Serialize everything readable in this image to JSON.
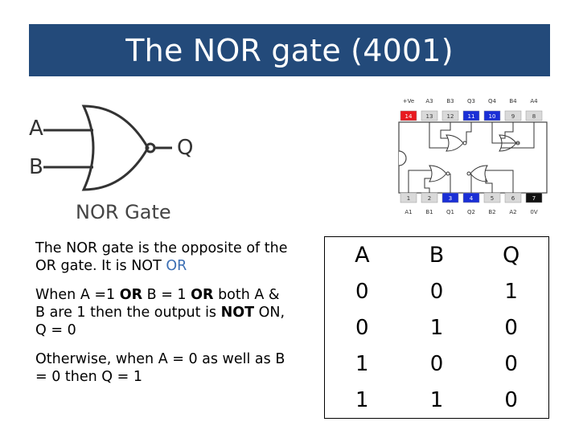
{
  "slide": {
    "title": "The NOR gate (4001)"
  },
  "gate_symbol": {
    "input_a": "A",
    "input_b": "B",
    "output": "Q",
    "caption": "NOR Gate"
  },
  "chip_diagram": {
    "top_labels": [
      "+Ve",
      "A3",
      "B3",
      "Q3",
      "Q4",
      "B4",
      "A4"
    ],
    "top_pins": [
      "14",
      "13",
      "12",
      "11",
      "10",
      "9",
      "8"
    ],
    "bottom_pins": [
      "1",
      "2",
      "3",
      "4",
      "5",
      "6",
      "7"
    ],
    "bottom_labels": [
      "A1",
      "B1",
      "Q1",
      "Q2",
      "B2",
      "A2",
      "0V"
    ],
    "colors": {
      "power": "#e8191f",
      "output": "#1a2fd6",
      "ground": "#111111",
      "pin": "#d9d9d9"
    }
  },
  "description": {
    "p1_text": "The NOR gate is the opposite of the OR gate. It is NOT ",
    "p1_accent": "OR",
    "p2_a": "When A =1 ",
    "p2_b": "OR",
    "p2_c": " B = 1 ",
    "p2_d": "OR",
    "p2_e": " both A & B are 1 then the output is ",
    "p2_f": "NOT",
    "p2_g": " ON, Q = 0",
    "p3": "Otherwise, when A = 0 as well as B = 0 then Q = 1"
  },
  "truth_table": {
    "headers": [
      "A",
      "B",
      "Q"
    ],
    "rows": [
      [
        "0",
        "0",
        "1"
      ],
      [
        "0",
        "1",
        "0"
      ],
      [
        "1",
        "0",
        "0"
      ],
      [
        "1",
        "1",
        "0"
      ]
    ]
  }
}
